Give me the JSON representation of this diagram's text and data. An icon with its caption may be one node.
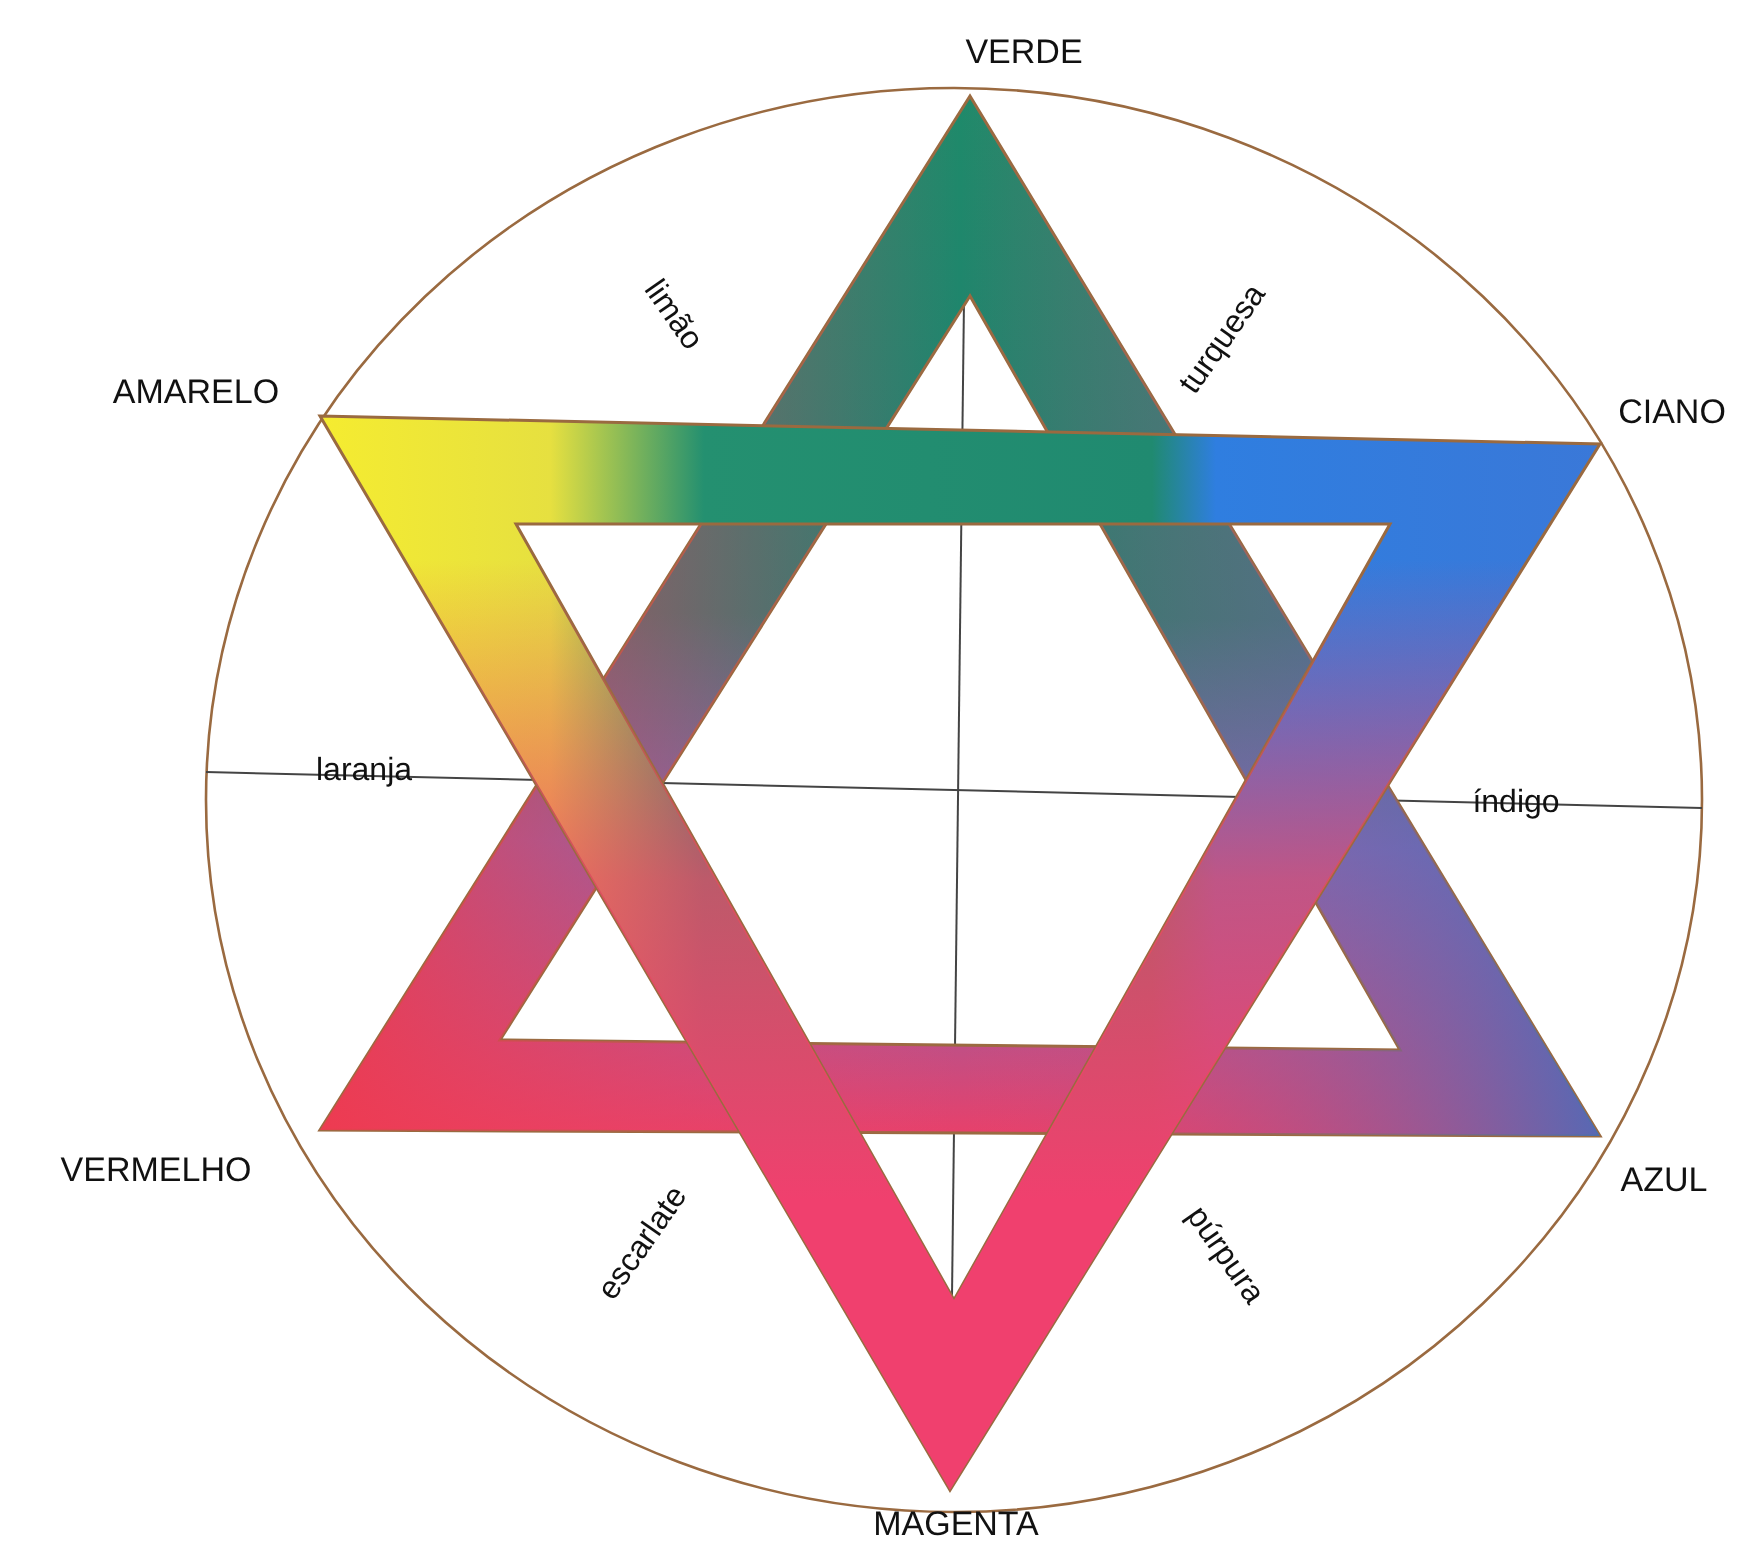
{
  "diagram": {
    "labels": [
      "VERDE",
      "AMARELO",
      "CIANO",
      "limão",
      "turquesa",
      "laranja",
      "índigo",
      "VERMELHO",
      "AZUL",
      "escarlate",
      "púrpura",
      "MAGENTA"
    ]
  }
}
